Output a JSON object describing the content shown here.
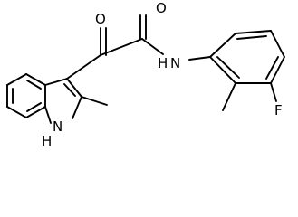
{
  "molecule": {
    "atoms": {
      "oxygen_ketone": "O",
      "oxygen_amide": "O",
      "amide_nitrogen": "N",
      "amide_hydrogen": "H",
      "indole_nitrogen": "N",
      "indole_hydrogen": "H",
      "fluorine": "F"
    }
  }
}
